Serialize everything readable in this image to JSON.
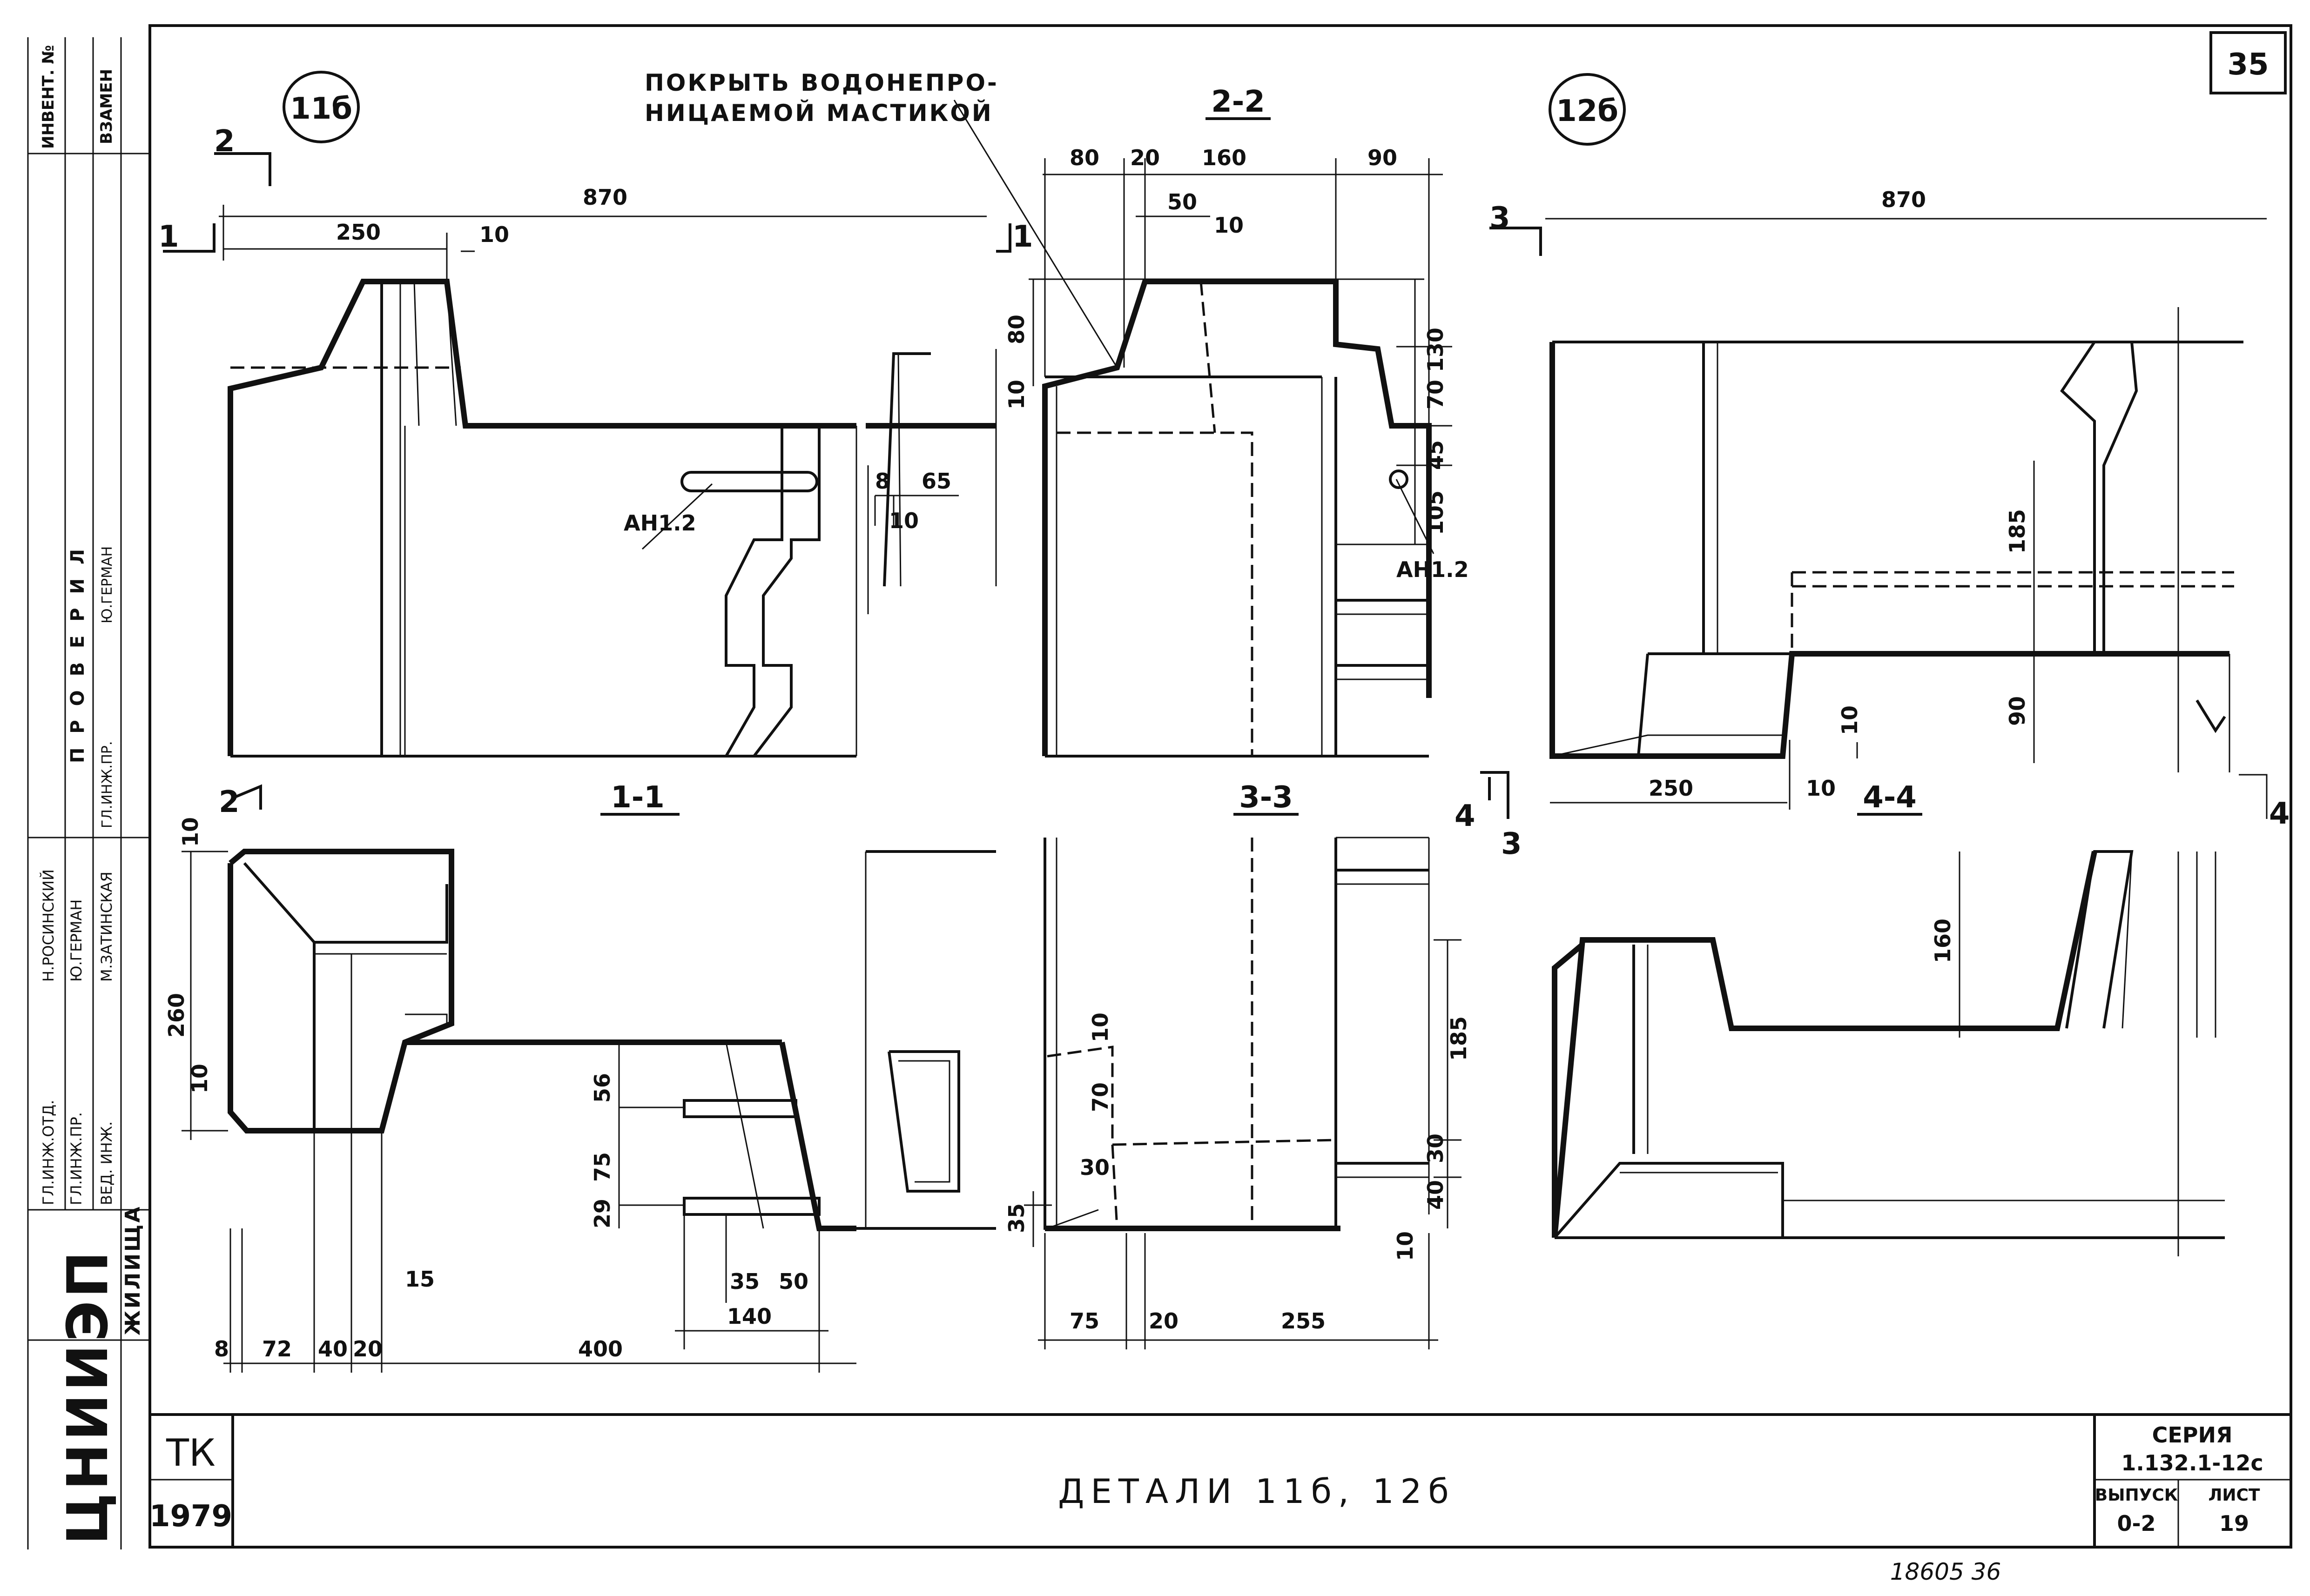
{
  "sheet": {
    "number": "35",
    "title": "ДЕТАЛИ 11б, 12б",
    "stamp_note": "18605 36"
  },
  "title_block": {
    "tk": "ТК",
    "year": "1979",
    "series_label": "СЕРИЯ",
    "series_value": "1.132.1-12с",
    "vypusk_label": "ВЫПУСК",
    "vypusk_value": "0-2",
    "list_label": "ЛИСТ",
    "list_value": "19"
  },
  "left_strip": {
    "invent": "ИНВЕНТ. №",
    "vzamen": "ВЗАМЕН",
    "provedil": "П Р О В Е Р И Л",
    "german_top": "Ю.ГЕРМАН",
    "gl_inzh_pr_top": "ГЛ.ИНЖ.ПР.",
    "rows": [
      "Н.РОСИНСКИЙ",
      "Ю.ГЕРМАН",
      "М.ЗАТИНСКАЯ"
    ],
    "roles": [
      "ГЛ.ИНЖ.ОТД.",
      "ГЛ.ИНЖ.ПР.",
      "ВЕД. ИНЖ."
    ],
    "org": "ЦНИИЭП",
    "org2": "ЖИЛИЩА"
  },
  "callouts": {
    "detail_11b": "11б",
    "detail_12b": "12б",
    "note_line1": "ПОКРЫТЬ ВОДОНЕПРО-",
    "note_line2": "НИЦАЕМОЙ МАСТИКОЙ",
    "anchor_a": "АН1.2",
    "anchor_b": "АН1.2"
  },
  "sections": {
    "s11": "1-1",
    "s22": "2-2",
    "s33": "3-3",
    "s44": "4-4",
    "mark_1": "1",
    "mark_2": "2",
    "mark_3": "3",
    "mark_4": "4"
  },
  "dims": {
    "v11_870": "870",
    "v11_250": "250",
    "v11_10": "10",
    "v11_8": "8",
    "v11_65": "65",
    "v11_10b": "10",
    "v22_80": "80",
    "v22_20": "20",
    "v22_160": "160",
    "v22_90": "90",
    "v22_50": "50",
    "v22_10": "10",
    "v22_80v": "80",
    "v22_10v": "10",
    "v22_130": "130",
    "v22_70": "70",
    "v22_45": "45",
    "v22_105": "105",
    "v12_870": "870",
    "v12_185": "185",
    "v12_90": "90",
    "v12_10": "10",
    "v12_250": "250",
    "v12_10b": "10",
    "s11_10": "10",
    "s11_260": "260",
    "s11_10b": "10",
    "s11_56": "56",
    "s11_75": "75",
    "s11_29": "29",
    "s11_15": "15",
    "s11_35": "35",
    "s11_50": "50",
    "s11_140": "140",
    "s11_8": "8",
    "s11_72": "72",
    "s11_40": "40",
    "s11_20": "20",
    "s11_400": "400",
    "s33_10": "10",
    "s33_70": "70",
    "s33_30": "30",
    "s33_35": "35",
    "s33_185": "185",
    "s33_30b": "30",
    "s33_40": "40",
    "s33_10b": "10",
    "s33_75": "75",
    "s33_20": "20",
    "s33_255": "255",
    "s44_160": "160"
  }
}
